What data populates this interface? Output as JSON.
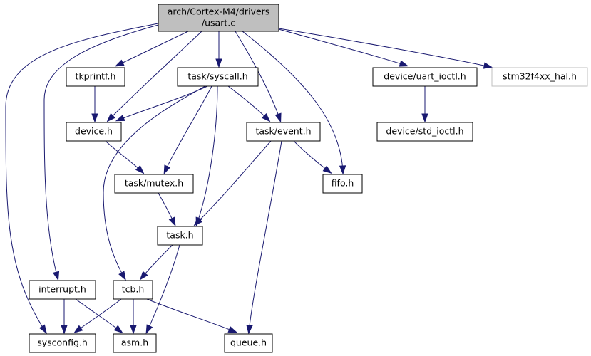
{
  "graph": {
    "edge_color": "#191970",
    "root_fill": "#bfbfbf",
    "external_border": "#bfbfbf",
    "nodes": {
      "root": {
        "lines": [
          "arch/Cortex-M4/drivers",
          "/usart.c"
        ],
        "kind": "root"
      },
      "tkprintf": {
        "lines": [
          "tkprintf.h"
        ],
        "kind": "normal"
      },
      "syscall": {
        "lines": [
          "task/syscall.h"
        ],
        "kind": "normal"
      },
      "uart_ioctl": {
        "lines": [
          "device/uart_ioctl.h"
        ],
        "kind": "normal"
      },
      "hal": {
        "lines": [
          "stm32f4xx_hal.h"
        ],
        "kind": "external"
      },
      "device": {
        "lines": [
          "device.h"
        ],
        "kind": "normal"
      },
      "event": {
        "lines": [
          "task/event.h"
        ],
        "kind": "normal"
      },
      "std_ioctl": {
        "lines": [
          "device/std_ioctl.h"
        ],
        "kind": "normal"
      },
      "mutex": {
        "lines": [
          "task/mutex.h"
        ],
        "kind": "normal"
      },
      "fifo": {
        "lines": [
          "fifo.h"
        ],
        "kind": "normal"
      },
      "task": {
        "lines": [
          "task.h"
        ],
        "kind": "normal"
      },
      "interrupt": {
        "lines": [
          "interrupt.h"
        ],
        "kind": "normal"
      },
      "tcb": {
        "lines": [
          "tcb.h"
        ],
        "kind": "normal"
      },
      "sysconfig": {
        "lines": [
          "sysconfig.h"
        ],
        "kind": "normal"
      },
      "asm": {
        "lines": [
          "asm.h"
        ],
        "kind": "normal"
      },
      "queue": {
        "lines": [
          "queue.h"
        ],
        "kind": "normal"
      }
    },
    "edges": [
      [
        "root",
        "tkprintf"
      ],
      [
        "root",
        "syscall"
      ],
      [
        "root",
        "uart_ioctl"
      ],
      [
        "root",
        "hal"
      ],
      [
        "root",
        "device"
      ],
      [
        "root",
        "event"
      ],
      [
        "root",
        "fifo"
      ],
      [
        "root",
        "interrupt"
      ],
      [
        "root",
        "sysconfig"
      ],
      [
        "tkprintf",
        "device"
      ],
      [
        "syscall",
        "device"
      ],
      [
        "syscall",
        "event"
      ],
      [
        "syscall",
        "mutex"
      ],
      [
        "syscall",
        "task"
      ],
      [
        "syscall",
        "tcb"
      ],
      [
        "uart_ioctl",
        "std_ioctl"
      ],
      [
        "device",
        "mutex"
      ],
      [
        "event",
        "fifo"
      ],
      [
        "event",
        "task"
      ],
      [
        "event",
        "queue"
      ],
      [
        "mutex",
        "task"
      ],
      [
        "task",
        "tcb"
      ],
      [
        "task",
        "asm"
      ],
      [
        "interrupt",
        "sysconfig"
      ],
      [
        "interrupt",
        "asm"
      ],
      [
        "tcb",
        "sysconfig"
      ],
      [
        "tcb",
        "asm"
      ],
      [
        "tcb",
        "queue"
      ]
    ]
  }
}
